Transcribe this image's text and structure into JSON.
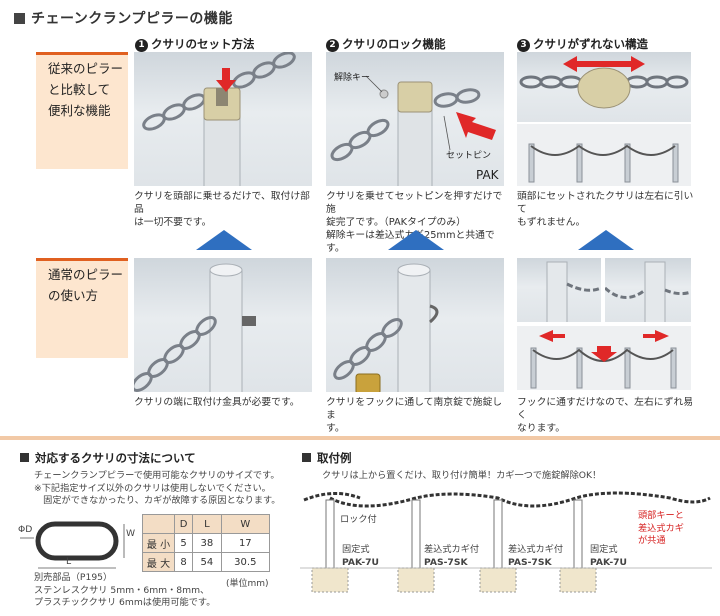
{
  "header": {
    "title": "チェーンクランプピラーの機能"
  },
  "left_labels": {
    "top": [
      "従来のピラー",
      "と比較して",
      "便利な機能"
    ],
    "bottom": [
      "通常のピラー",
      "の使い方"
    ]
  },
  "columns": [
    {
      "num": "1",
      "title": "クサリのセット方法"
    },
    {
      "num": "2",
      "title": "クサリのロック機能"
    },
    {
      "num": "3",
      "title": "クサリがずれない構造"
    }
  ],
  "photo_labels": {
    "key": "解除キー",
    "set_pin": "セットピン",
    "model": "PAK"
  },
  "captions_top": [
    [
      "クサリを頭部に乗せるだけで、取付け部品",
      "は一切不要です。"
    ],
    [
      "クサリを乗せてセットピンを押すだけで施",
      "錠完了です。（PAKタイプのみ）",
      "解除キーは差込式カギ25mmと共通です。"
    ],
    [
      "頭部にセットされたクサリは左右に引いて",
      "もずれません。"
    ]
  ],
  "captions_bottom": [
    [
      "クサリの端に取付け金具が必要です。"
    ],
    [
      "クサリをフックに通して南京錠で施錠しま",
      "す。"
    ],
    [
      "フックに通すだけなので、左右にずれ易く",
      "なります。"
    ]
  ],
  "section_dim": {
    "title": "対応するクサリの寸法について",
    "lines": [
      "チェーンクランプピラーで使用可能なクサリのサイズです。",
      "※下記指定サイズ以外のクサリは使用しないでください。",
      "　固定ができなかったり、カギが故障する原因となります。"
    ],
    "dim_labels": {
      "d": "ΦD",
      "l": "L",
      "w": "W"
    },
    "table": {
      "headers": [
        "",
        "D",
        "L",
        "W"
      ],
      "rows": [
        [
          "最 小",
          "5",
          "38",
          "17"
        ],
        [
          "最 大",
          "8",
          "54",
          "30.5"
        ]
      ],
      "unit": "(単位mm)"
    },
    "notes": [
      "別売部品（P195）",
      "ステンレスクサリ 5mm・6mm・8mm、",
      "プラスチッククサリ 6mmは使用可能です。"
    ]
  },
  "section_install": {
    "title": "取付例",
    "subtitle": "クサリは上から置くだけ、取り付け簡単！カギ一つで施錠解除OK！",
    "lock_label": "ロック付",
    "key_note": [
      "頭部キーと",
      "差込式カギ",
      "が共通"
    ],
    "posts": [
      {
        "type": "固定式",
        "model": "PAK-7U"
      },
      {
        "type": "差込式カギ付",
        "model": "PAS-7SK"
      },
      {
        "type": "差込式カギ付",
        "model": "PAS-7SK"
      },
      {
        "type": "固定式",
        "model": "PAK-7U"
      }
    ]
  },
  "colors": {
    "accent": "#e06020",
    "band": "#fde6cf",
    "arrow": "#2f6fc0",
    "red_arrow": "#e02828"
  }
}
